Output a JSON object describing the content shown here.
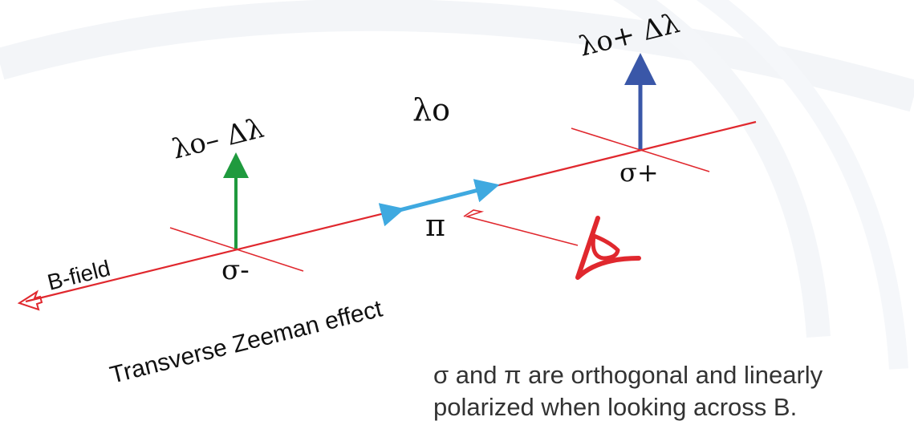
{
  "labels": {
    "lambda_minus": "λo– Δλ",
    "lambda_center": "λo",
    "lambda_plus": "λo+ Δλ",
    "sigma_minus": "σ-",
    "sigma_plus": "σ+",
    "pi": "π",
    "b_field": "B-field",
    "effect_title": "Transverse  Zeeman effect"
  },
  "caption": {
    "line1": "σ and π are orthogonal and linearly",
    "line2": "polarized when looking across B."
  },
  "colors": {
    "field_line": "#e0282e",
    "sigma_minus_arrow": "#1f9a3e",
    "sigma_plus_arrow": "#3a57a8",
    "pi_arrow": "#3fa9e0",
    "eye": "#e0282e",
    "background_arcs": "#f3f5f8"
  },
  "icons": {
    "observer": "eye-icon"
  }
}
